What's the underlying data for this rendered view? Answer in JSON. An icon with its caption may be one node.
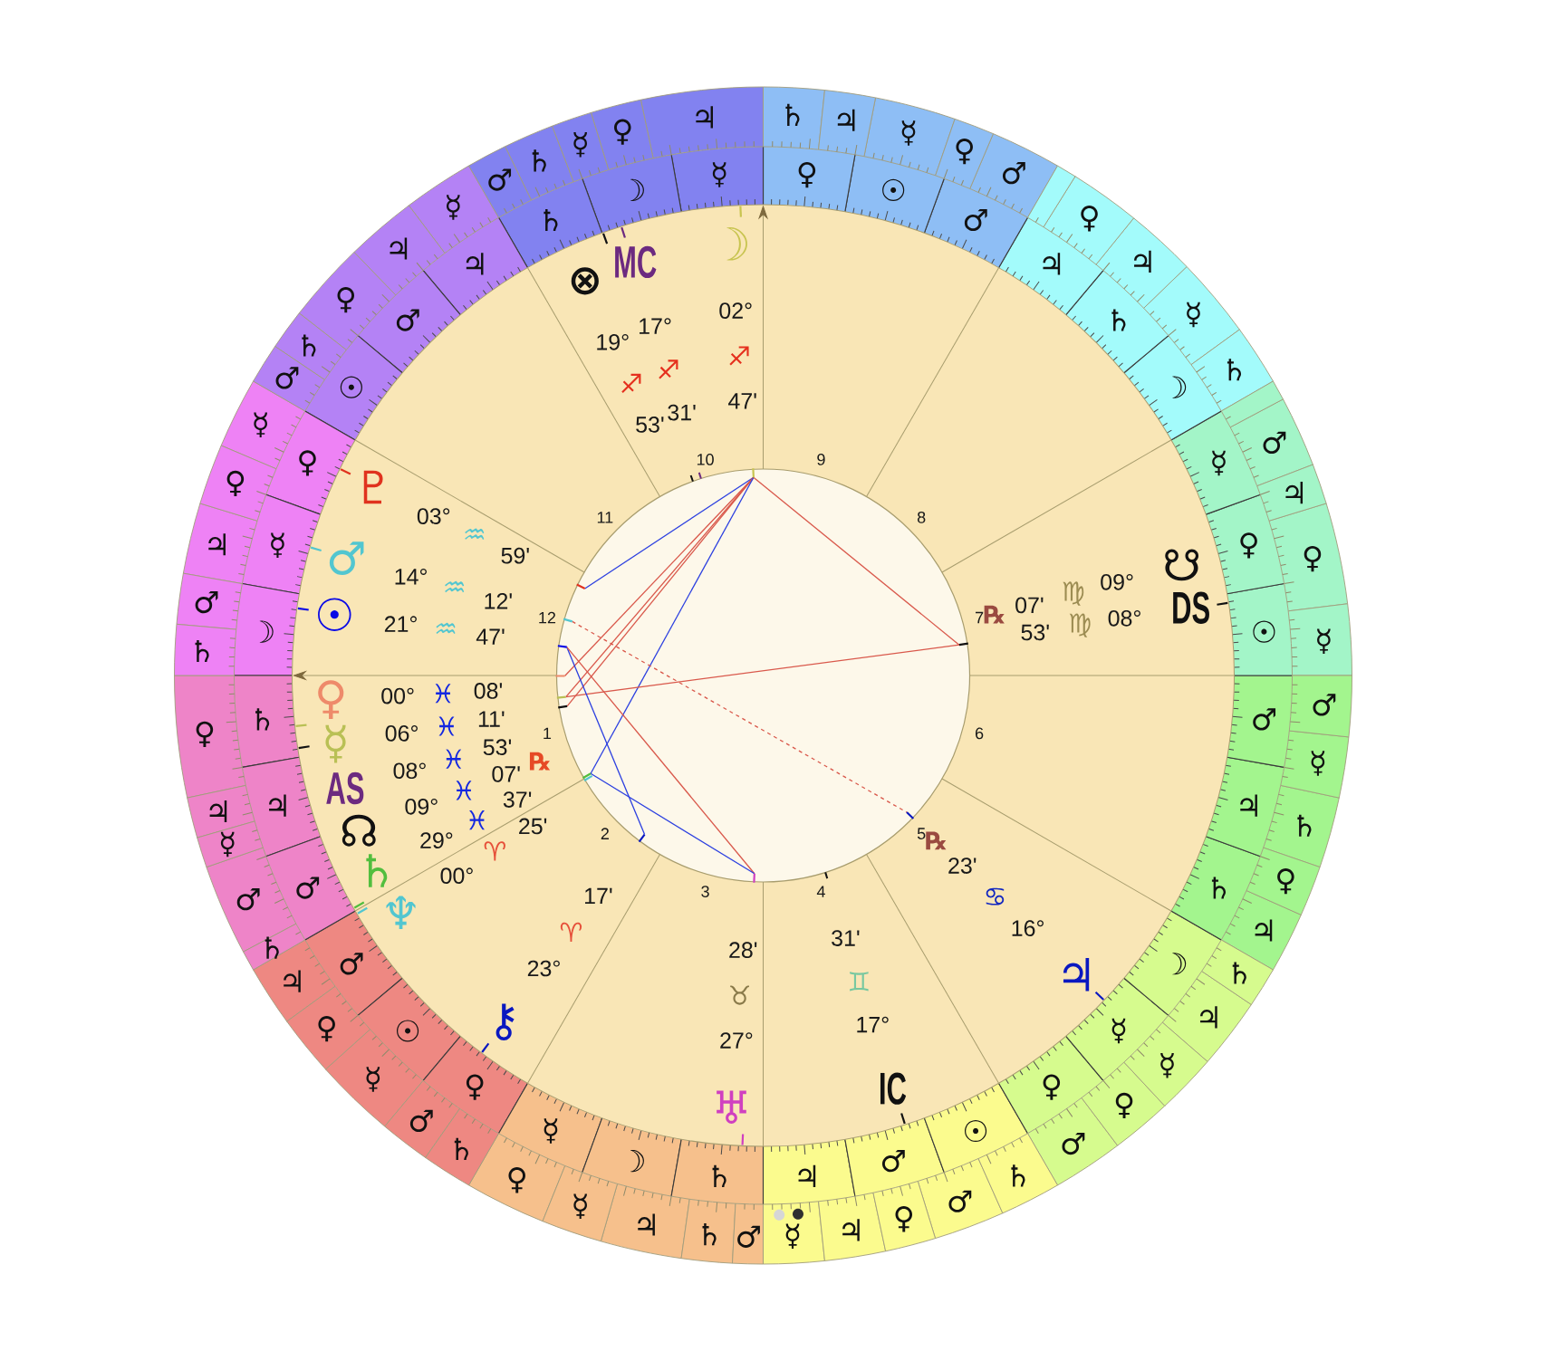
{
  "diagram": {
    "nodes": [
      {
        "text": [
          "♃"
        ]
      },
      {
        "text": [
          "♀"
        ]
      },
      {
        "text": [
          "☿"
        ]
      },
      {
        "text": [
          "♂"
        ]
      },
      {
        "text": [
          "♄"
        ]
      },
      {
        "text": [
          "♂"
        ]
      },
      {
        "text": [
          "☉"
        ]
      },
      {
        "text": [
          "♀"
        ]
      },
      {
        "text": [
          "♀"
        ]
      },
      {
        "text": [
          "☿"
        ]
      },
      {
        "text": [
          "♃"
        ]
      },
      {
        "text": [
          "♄"
        ]
      },
      {
        "text": [
          "♂"
        ]
      },
      {
        "text": [
          "☿"
        ]
      },
      {
        "text": [
          "☽"
        ]
      },
      {
        "text": [
          "♄"
        ]
      },
      {
        "text": [
          "☿"
        ]
      },
      {
        "text": [
          "♃"
        ]
      },
      {
        "text": [
          "♀"
        ]
      },
      {
        "text": [
          "♂"
        ]
      },
      {
        "text": [
          "♄"
        ]
      },
      {
        "text": [
          "♃"
        ]
      },
      {
        "text": [
          "♂"
        ]
      },
      {
        "text": [
          "☉"
        ]
      },
      {
        "text": [
          "♂"
        ]
      },
      {
        "text": [
          "♀"
        ]
      },
      {
        "text": [
          "☿"
        ]
      },
      {
        "text": [
          "♃"
        ]
      },
      {
        "text": [
          "♄"
        ]
      },
      {
        "text": [
          "♀"
        ]
      },
      {
        "text": [
          "☿"
        ]
      },
      {
        "text": [
          "☽"
        ]
      },
      {
        "text": [
          "♃"
        ]
      },
      {
        "text": [
          "♀"
        ]
      },
      {
        "text": [
          "♄"
        ]
      },
      {
        "text": [
          "☿"
        ]
      },
      {
        "text": [
          "♂"
        ]
      },
      {
        "text": [
          "♄"
        ]
      },
      {
        "text": [
          "♃"
        ]
      },
      {
        "text": [
          "♂"
        ]
      },
      {
        "text": [
          "☿"
        ]
      },
      {
        "text": [
          "♀"
        ]
      },
      {
        "text": [
          "♃"
        ]
      },
      {
        "text": [
          "♂"
        ]
      },
      {
        "text": [],
        "shape": "box"
      },
      {
        "text": [
          "☉"
        ]
      },
      {
        "text": [
          "♀"
        ]
      },
      {
        "text": [
          "☿"
        ]
      },
      {
        "text": [
          "♄"
        ]
      },
      {
        "text": [
          "☿"
        ]
      },
      {
        "text": [
          "♃"
        ]
      },
      {
        "text": [
          "♀"
        ]
      },
      {
        "text": [],
        "shape": "box"
      },
      {
        "text": [
          "☽"
        ]
      },
      {
        "text": [
          "♄"
        ]
      },
      {
        "text": [
          "♃"
        ]
      },
      {
        "text": [
          "♂"
        ]
      },
      {
        "text": [
          "♀"
        ]
      },
      {
        "text": [
          "☿"
        ]
      },
      {
        "text": [
          "♃"
        ]
      },
      {
        "text": [
          "♄"
        ]
      },
      {
        "text": [
          "♂"
        ]
      },
      {
        "text": [
          "☉"
        ]
      },
      {
        "text": [
          "♀"
        ]
      },
      {
        "text": [
          "♃"
        ]
      },
      {
        "text": [
          "♀"
        ]
      },
      {
        "text": [
          "☿"
        ]
      },
      {
        "text": [
          "♄"
        ]
      },
      {
        "text": [
          "♂"
        ]
      },
      {
        "text": [
          "☿"
        ]
      },
      {
        "text": [
          "☽"
        ]
      },
      {
        "text": [
          "♄"
        ]
      },
      {
        "text": [
          "☿"
        ]
      },
      {
        "text": [
          "♃"
        ]
      },
      {
        "text": [
          "♀"
        ]
      },
      {
        "text": [
          "♄"
        ]
      },
      {
        "text": [
          "♂"
        ]
      },
      {
        "text": [
          "♃"
        ]
      },
      {
        "text": [
          "♂"
        ]
      },
      {
        "text": [
          "☉"
        ]
      },
      {
        "text": [
          "☿"
        ]
      },
      {
        "text": [
          "♀"
        ]
      },
      {
        "text": [
          "♃"
        ]
      },
      {
        "text": [
          "♂"
        ]
      },
      {
        "text": [
          "♄"
        ]
      },
      {
        "text": [
          "♀"
        ]
      },
      {
        "text": [
          "☿"
        ]
      },
      {
        "text": [
          "☽"
        ]
      },
      {
        "text": [
          "♀"
        ]
      },
      {
        "text": [
          "♃"
        ]
      },
      {
        "text": [
          "☿"
        ]
      },
      {
        "text": [
          "♂"
        ]
      },
      {
        "text": [
          "♄"
        ]
      },
      {
        "text": [
          "♄"
        ]
      },
      {
        "text": [
          "♃"
        ]
      },
      {
        "text": [
          "♂"
        ]
      }
    ],
    "labels": [
      "⊗",
      "19°",
      "♐",
      "53'",
      "MC",
      "17°",
      "♐",
      "31'",
      "☽",
      "02°",
      "♐",
      "47'",
      "♇",
      "03°",
      "♒",
      "59'",
      "♂",
      "14°",
      "♒",
      "12'",
      "☉",
      "21°",
      "♒",
      "47'",
      "♀",
      "00°",
      "♓",
      "08'",
      "☿",
      "06°",
      "♓",
      "11'",
      "AS",
      "08°",
      "♓",
      "53'",
      "☊",
      "09°",
      "♓",
      "07'",
      "℞",
      "♄",
      "29°",
      "♓",
      "37'",
      "♆",
      "00°",
      "♈",
      "25'",
      "℞",
      "07'",
      "♍",
      "09°",
      "☋",
      "53'",
      "♍",
      "08°",
      "DS",
      "⚷",
      "23°",
      "♈",
      "17'",
      "28'",
      "♉",
      "27°",
      "♅",
      "31'",
      "♊",
      "17°",
      "IC",
      "℞",
      "23'",
      "♋",
      "16°",
      "♃",
      "10",
      "9",
      "11",
      "8",
      "12",
      "7",
      "1",
      "6",
      "2",
      "5",
      "3",
      "4"
    ]
  }
}
